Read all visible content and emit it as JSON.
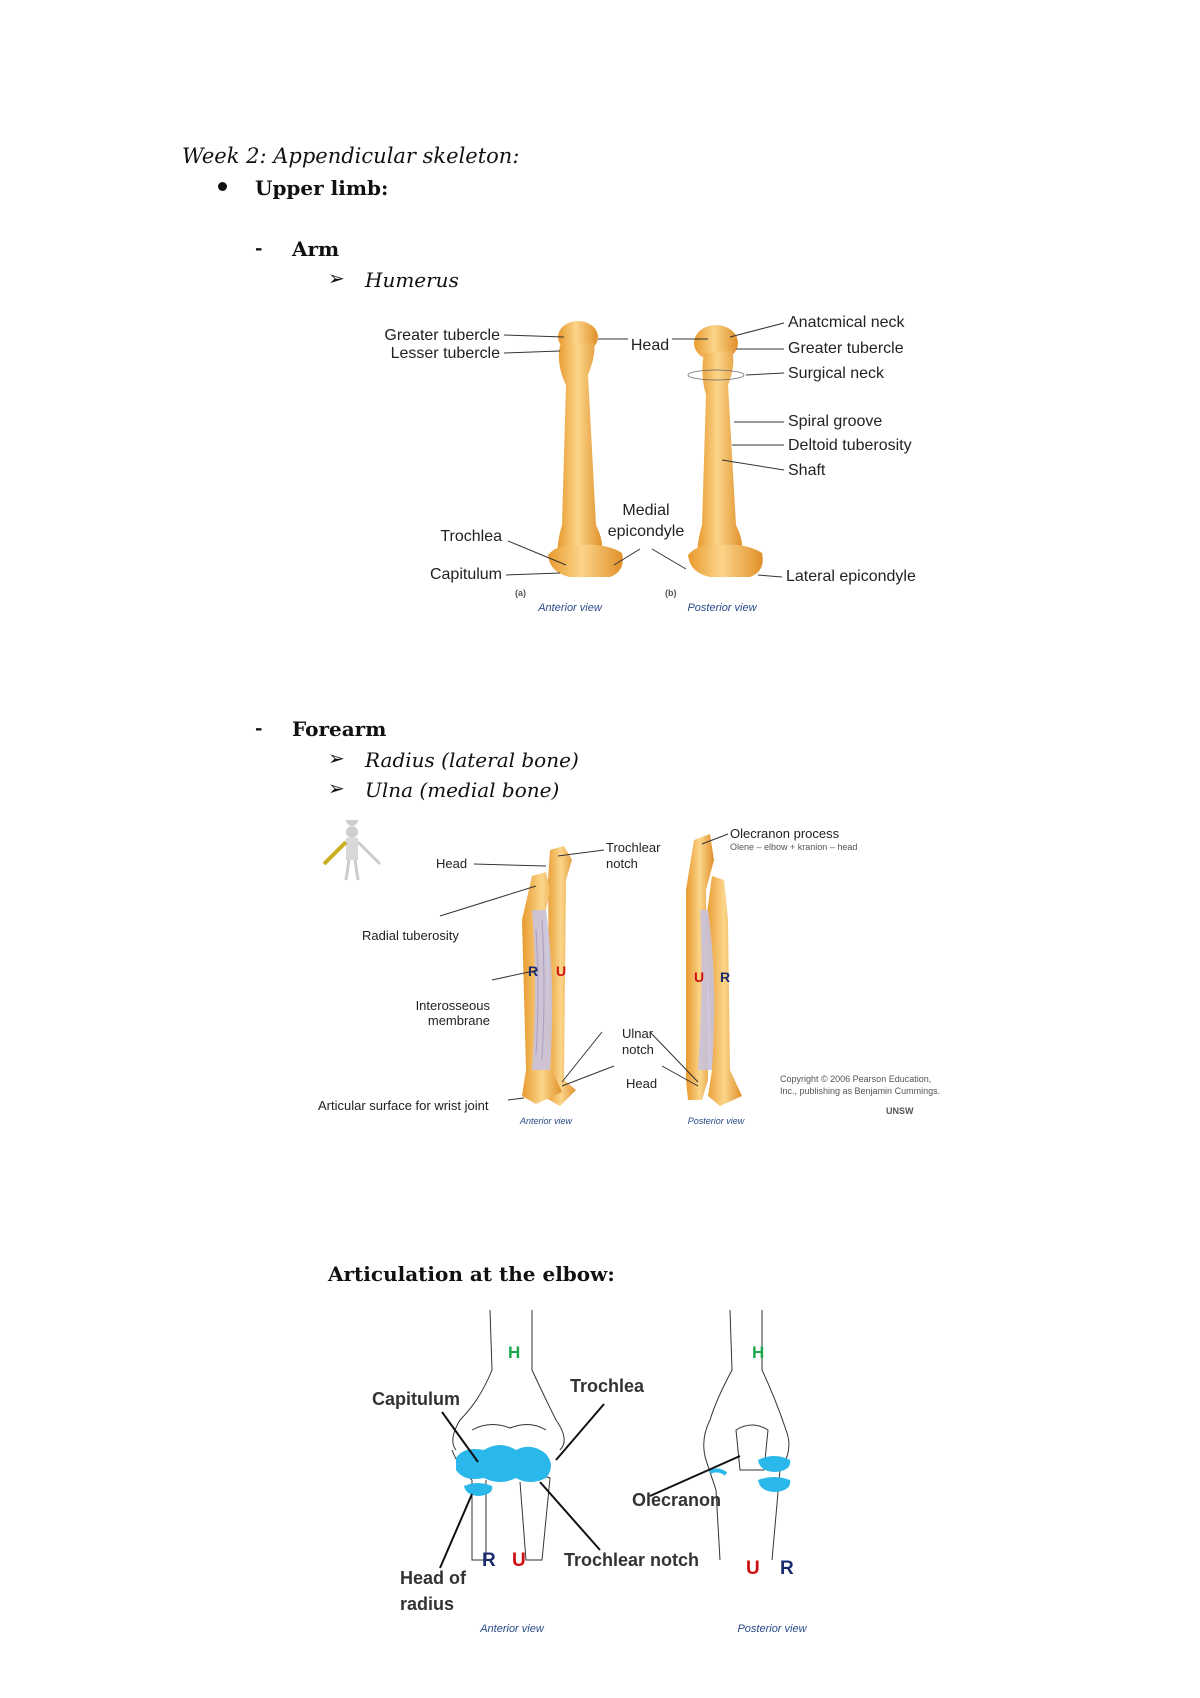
{
  "header": {
    "week_title": "Week 2:  Appendicular skeleton:",
    "upper_limb": "Upper limb:"
  },
  "arm": {
    "heading": "Arm",
    "bullet_marker": "-",
    "item_marker": "➢",
    "item": "Humerus"
  },
  "humerus_figure": {
    "labels": {
      "greater_tubercle_left": "Greater tubercle",
      "lesser_tubercle": "Lesser  tubercle",
      "head": "Head",
      "anatomical_neck": "Anatcmical neck",
      "greater_tubercle_right": "Greater tubercle",
      "surgical_neck": "Surgical neck",
      "spiral_groove": "Spiral groove",
      "deltoid_tuberosity": "Deltoid tuberosity",
      "shaft": "Shaft",
      "medial_epicondyle_1": "Medial",
      "medial_epicondyle_2": "epicondyle",
      "trochlea": "Trochlea",
      "capitulum": "Capitulum",
      "lateral_epicondyle": "Lateral epicondyle",
      "panel_a": "(a)",
      "panel_b": "(b)",
      "anterior_view": "Anterior view",
      "posterior_view": "Posterior view"
    }
  },
  "forearm": {
    "heading": "Forearm",
    "bullet_marker": "-",
    "item_marker": "➢",
    "items": [
      "Radius (lateral bone)",
      "Ulna (medial bone)"
    ]
  },
  "forearm_figure": {
    "labels": {
      "trochlear_notch_1": "Trochlear",
      "trochlear_notch_2": "notch",
      "olecranon_process": "Olecranon process",
      "olecranon_note": "Olene – elbow + kranion – head",
      "head_top": "Head",
      "radial_tuberosity": "Radial tuberosity",
      "interosseous_1": "Interosseous",
      "interosseous_2": "membrane",
      "ulnar_notch_1": "Ulnar",
      "ulnar_notch_2": "notch",
      "head_bottom": "Head",
      "articular_surface": "Articular surface for wrist joint",
      "r": "R",
      "u": "U",
      "copyright_1": "Copyright © 2006 Pearson Education,",
      "copyright_2": "Inc., publishing as Benjamin Cummings.",
      "unsw": "UNSW",
      "anterior_view": "Anterior view",
      "posterior_view": "Posterior view"
    },
    "colors": {
      "bone": "#f2b14a",
      "bone_light": "#fbe0a8",
      "membrane": "#c9c2dc",
      "r_color": "#1a2b6e",
      "u_color": "#d01010"
    }
  },
  "elbow": {
    "heading": "Articulation at the elbow:",
    "labels": {
      "h": "H",
      "capitulum": "Capitulum",
      "trochlea": "Trochlea",
      "olecranon": "Olecranon",
      "head_of_radius_1": "Head of",
      "head_of_radius_2": "radius",
      "r": "R",
      "u": "U",
      "trochlear_notch": "Trochlear notch",
      "anterior_view": "Anterior view",
      "posterior_view": "Posterior view"
    },
    "colors": {
      "cartilage": "#2ab8ea",
      "h_color": "#1aa84a",
      "r_color": "#1a2b6e",
      "u_color": "#d01010"
    }
  }
}
